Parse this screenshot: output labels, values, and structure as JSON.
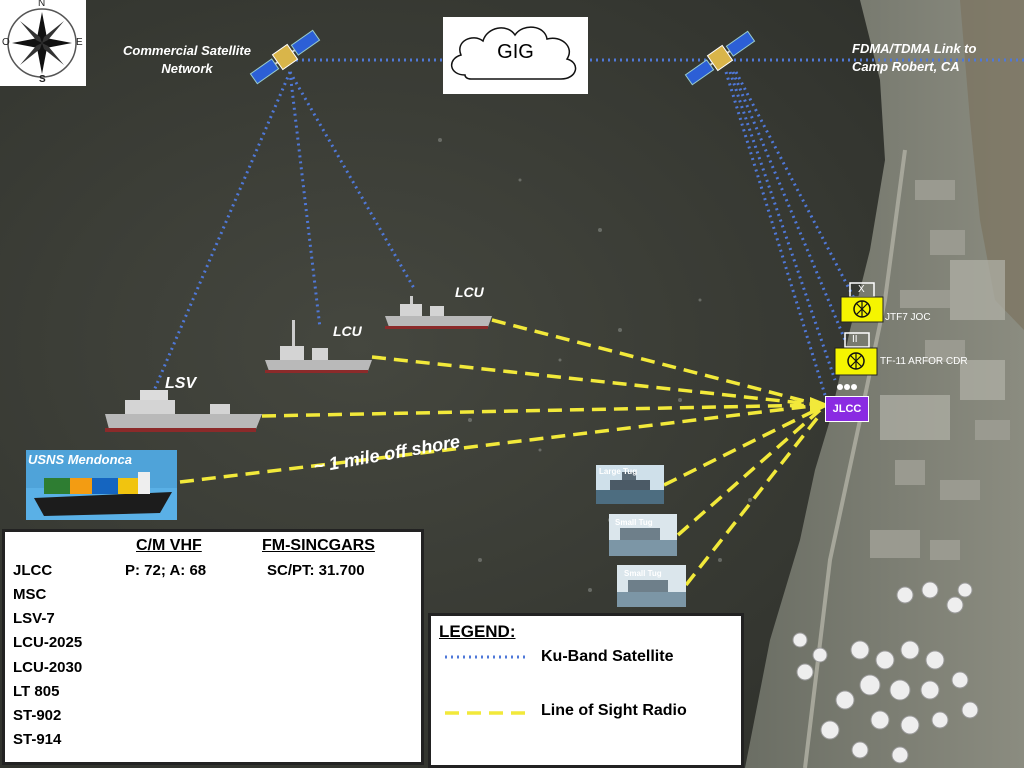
{
  "compass": {
    "n": "N",
    "s": "S",
    "e": "E",
    "o": "O"
  },
  "satellites": {
    "left_label_line1": "Commercial Satellite",
    "left_label_line2": "Network",
    "right_label_line1": "FDMA/TDMA Link to",
    "right_label_line2": "Camp Robert, CA"
  },
  "gig": {
    "label": "GIG"
  },
  "vessels": {
    "lcu_top": "LCU",
    "lcu_mid": "LCU",
    "lsv": "LSV",
    "usns": "USNS Mendonca",
    "large_tug": "Large Tug",
    "small_tug_1": "Small Tug",
    "small_tug_2": "Small Tug"
  },
  "offshore_note": "~ 1 mile off shore",
  "units": {
    "jtf_symbol": "X",
    "jtf_label": "JTF7 JOC",
    "tf_symbol": "II",
    "tf_label": "TF-11 ARFOR CDR",
    "jlcc": "JLCC"
  },
  "freq_table": {
    "col1_header": "C/M VHF",
    "col2_header": "FM-SINCGARS",
    "rows": [
      {
        "name": "JLCC",
        "vhf": "P: 72; A: 68",
        "sincgars": "SC/PT: 31.700"
      },
      {
        "name": "MSC",
        "vhf": "",
        "sincgars": ""
      },
      {
        "name": "LSV-7",
        "vhf": "",
        "sincgars": ""
      },
      {
        "name": "LCU-2025",
        "vhf": "",
        "sincgars": ""
      },
      {
        "name": "LCU-2030",
        "vhf": "",
        "sincgars": ""
      },
      {
        "name": "LT 805",
        "vhf": "",
        "sincgars": ""
      },
      {
        "name": "ST-902",
        "vhf": "",
        "sincgars": ""
      },
      {
        "name": "ST-914",
        "vhf": "",
        "sincgars": ""
      }
    ]
  },
  "legend": {
    "title": "LEGEND:",
    "satellite": "Ku-Band  Satellite",
    "radio": "Line of Sight Radio"
  },
  "colors": {
    "water": "#3a3c36",
    "satellite_link": "#4f78d8",
    "radio_link": "#f2e93a",
    "jlcc": "#8a2be2",
    "unit_yellow": "#f5f500"
  }
}
